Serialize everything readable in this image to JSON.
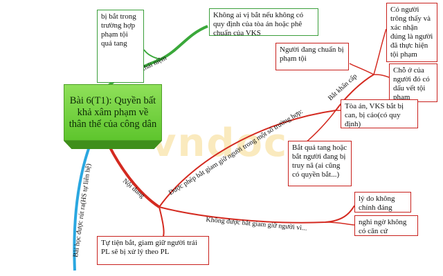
{
  "center_title": "Bài 6(T1): Quyền bất khả xâm phạm về thân thể của công dân",
  "watermark": "vndoc",
  "branches": {
    "khai_niem": "Khái niệm",
    "noi_dung": "Nội dung",
    "bai_hoc": "Bài học được rút ra(HS tự liên hệ)",
    "duoc_phep": "Được phép bắt giam giữ người trong một số trường hợp:",
    "khong_duoc": "Không được bắt giam giữ người vì...",
    "bat_khan_cap": "Bắt khẩn cấp"
  },
  "nodes": {
    "bi_bat": "bị bắt trong trường hợp phạm tội quả tang",
    "khong_ai": "Không ai vị bắt nếu không có quy định của tòa án hoặc phê chuẩn của VKS",
    "nguoi_dang": "Người đang chuẩn bị phạm tội",
    "co_nguoi": "Có người trông thấy và xác nhận đúng là người đã thực hiện tội phạm",
    "cho_o": "Chỗ ở của người đó có dấu vết tội phạm",
    "toa_an": "Tòa án, VKS bắt bị can, bị cáo(có quy định)",
    "bat_qua_tang": "Bắt quả tang hoặc bắt người đang bị truy nã (ai cũng có quyền bắt...)",
    "ly_do": "lý do không chính đáng",
    "nghi_ngo": "nghi ngờ không có căn cứ",
    "tu_tien": "Tự tiện bắt, giam giữ người trái PL sẽ bị xử lý theo PL"
  }
}
